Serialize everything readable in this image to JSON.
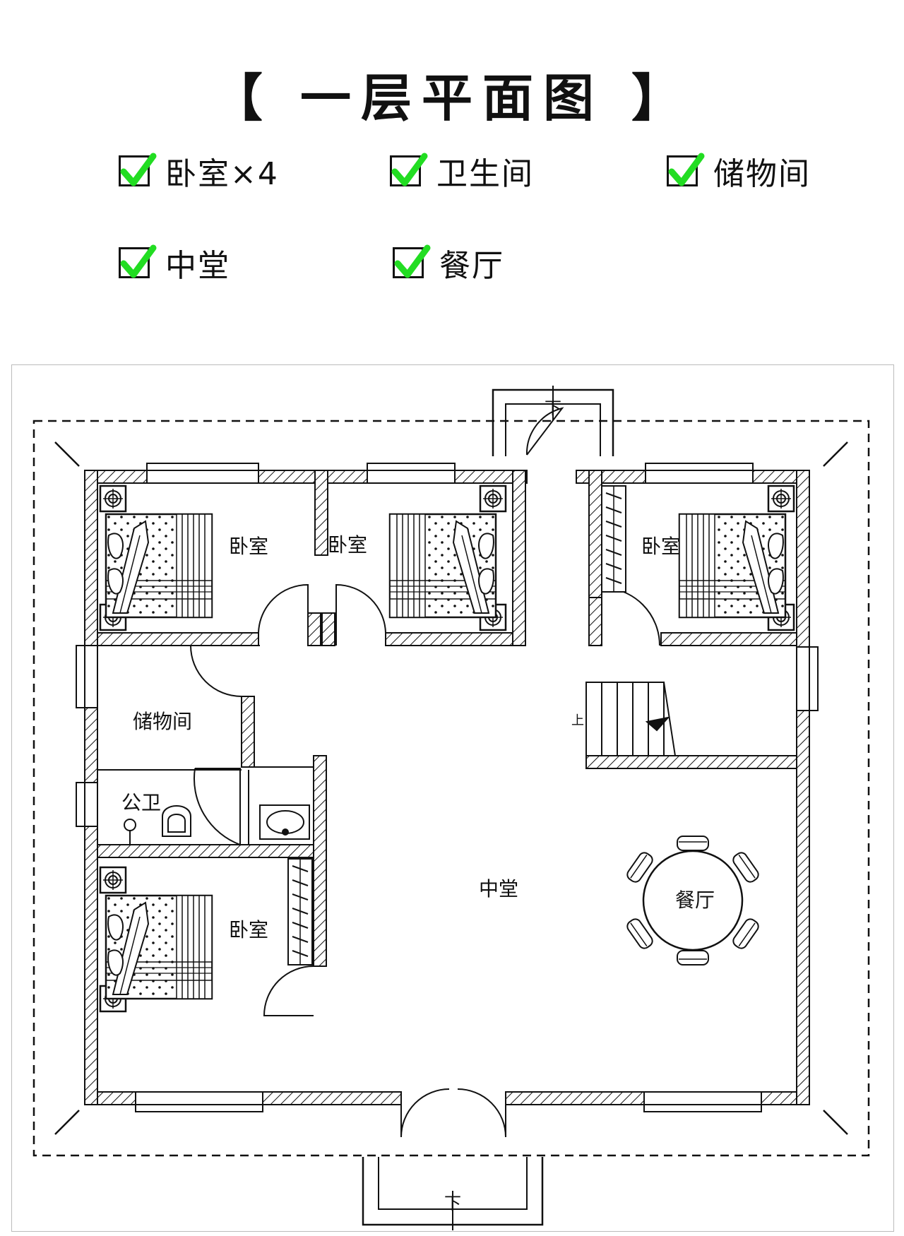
{
  "title": "【 一层平面图 】",
  "legend": [
    {
      "label": "卧室×4"
    },
    {
      "label": "卫生间"
    },
    {
      "label": "储物间"
    },
    {
      "label": "中堂"
    },
    {
      "label": "餐厅"
    }
  ],
  "rooms": {
    "bedroom_tl": "卧室",
    "bedroom_tc": "卧室",
    "bedroom_tr": "卧室",
    "bedroom_bl": "卧室",
    "storage": "储物间",
    "toilet": "公卫",
    "hall": "中堂",
    "dining": "餐厅"
  },
  "stairs": {
    "up": "上",
    "down_top": "下",
    "down_bottom": "下"
  },
  "colors": {
    "check": "#22dd22",
    "line": "#111111",
    "border": "#bbbbbb"
  }
}
